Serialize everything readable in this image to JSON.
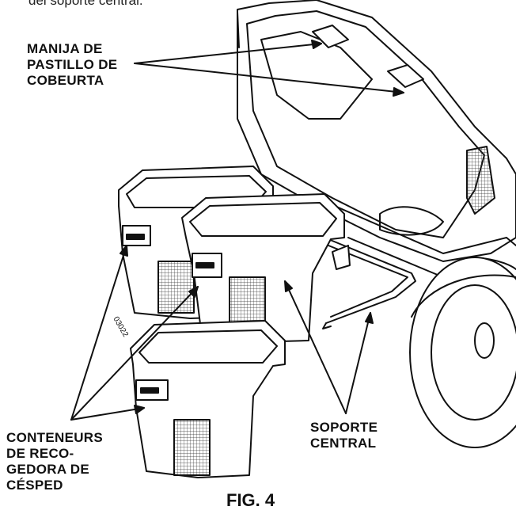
{
  "header_fragment": "del soporte central.",
  "labels": {
    "lid_handle": [
      "MANIJA DE",
      "PASTILLO DE",
      "COBEURTA"
    ],
    "containers": [
      "CONTENEURS",
      "DE RECO-",
      "GEDORA DE",
      "CÉSPED"
    ],
    "support": [
      "SOPORTE",
      "CENTRAL"
    ]
  },
  "part_number": "03022",
  "figure_caption": "FIG. 4"
}
